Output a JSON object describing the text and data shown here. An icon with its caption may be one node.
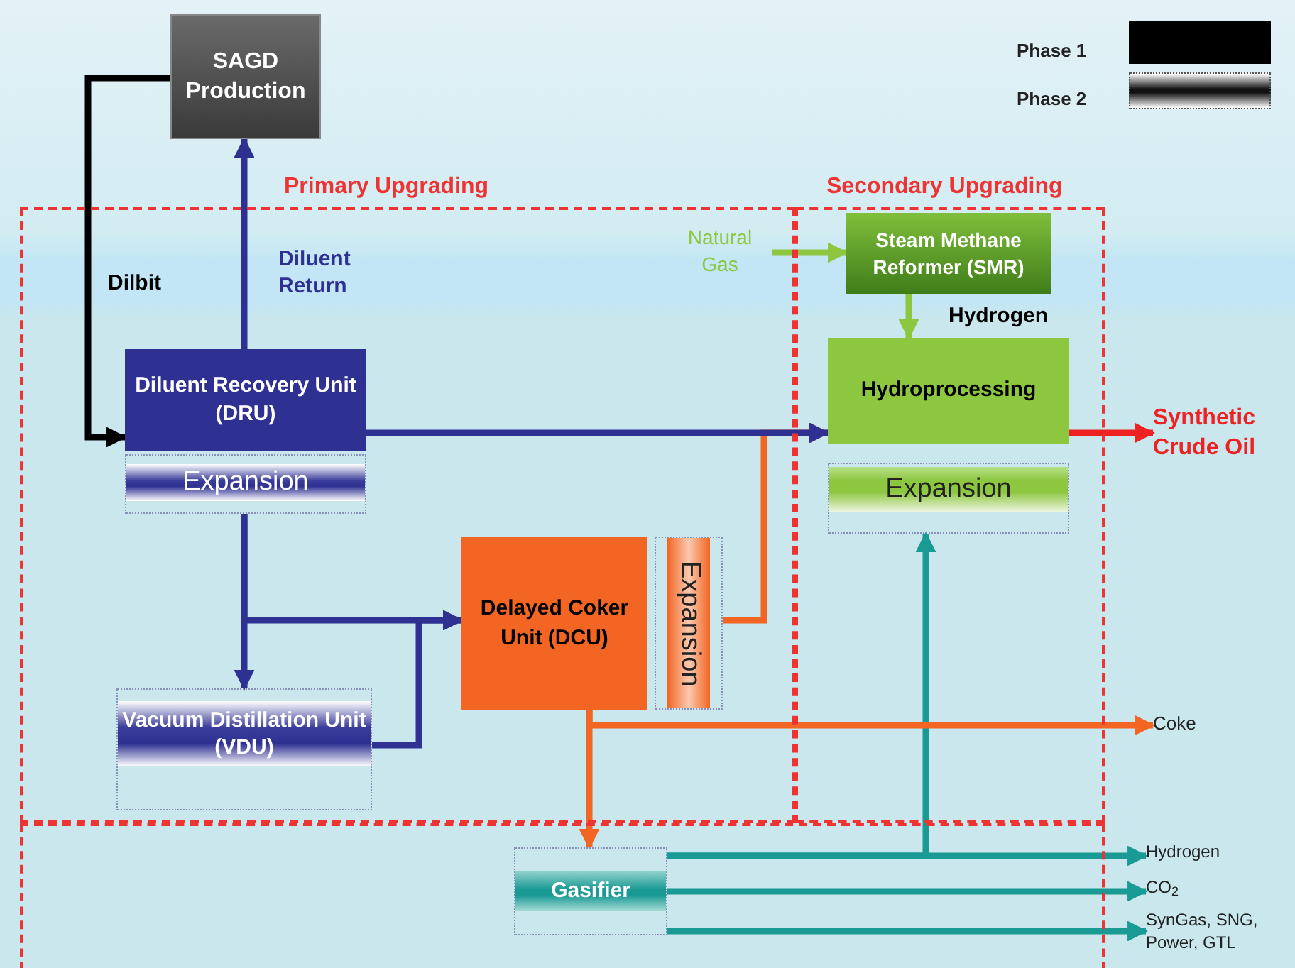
{
  "diagram": {
    "nodes": [
      {
        "text": [
          "SAGD Production"
        ]
      },
      {
        "text": [
          "Primary Upgrading"
        ]
      },
      {
        "text": [
          "Secondary Upgrading"
        ]
      },
      {
        "text": [],
        "shape": "box"
      },
      {
        "text": [
          "Diluent Recovery Unit (DRU)"
        ],
        "in": 1
      },
      {
        "text": [
          "Expansion"
        ],
        "in": 1
      },
      {
        "text": [
          "Vacuum Distillation Unit (VDU)"
        ],
        "in": 1
      },
      {
        "text": [
          "Delayed Coker Unit (DCU)"
        ],
        "in": 1
      },
      {
        "text": [
          "Expansion"
        ],
        "in": 1
      },
      {
        "text": [
          "Natural Gas"
        ],
        "in": 1
      },
      {
        "text": [
          "Steam Methane Reformer (SMR)"
        ],
        "in": 2
      },
      {
        "text": [
          "Hydroprocessing"
        ],
        "in": 2
      },
      {
        "text": [
          "Expansion"
        ],
        "in": 2
      },
      {
        "text": [
          "Synthetic Crude Oil"
        ]
      },
      {
        "text": [
          "Gasifier"
        ],
        "in": 3
      },
      {
        "text": [
          "Coke"
        ]
      },
      {
        "text": [
          "Hydrogen"
        ]
      },
      {
        "text": [
          "CO$_{2}$"
        ]
      },
      {
        "text": [
          "SynGas, SNG, Power, GTL"
        ]
      }
    ],
    "edges": [
      {
        "from": 0,
        "to": 4,
        "arrow": "to",
        "label": "Dilbit",
        "color": "#000000"
      },
      {
        "from": 4,
        "to": 0,
        "arrow": "to",
        "label": "Diluent Return"
      },
      {
        "from": 4,
        "to": 11,
        "arrow": "to"
      },
      {
        "from": 5,
        "to": 6,
        "arrow": "to"
      },
      {
        "from": 5,
        "to": 7,
        "arrow": "to"
      },
      {
        "from": 6,
        "to": 7,
        "arrow": "to"
      },
      {
        "from": 8,
        "to": 11,
        "arrow": "to",
        "color": "#f26522"
      },
      {
        "from": 7,
        "to": 15,
        "arrow": "to",
        "color": "#f26522"
      },
      {
        "from": 7,
        "to": 14,
        "arrow": "to",
        "color": "#f26522"
      },
      {
        "from": 9,
        "to": 10,
        "arrow": "to",
        "color": "#8dc63f"
      },
      {
        "from": 10,
        "to": 11,
        "arrow": "to",
        "label": "Hydrogen",
        "color": "#8dc63f"
      },
      {
        "from": 11,
        "to": 13,
        "arrow": "to",
        "color": "#ee2222"
      },
      {
        "from": 14,
        "to": 16,
        "arrow": "to",
        "color": "#1a9a94"
      },
      {
        "from": 14,
        "to": 17,
        "arrow": "to",
        "color": "#1a9a94"
      },
      {
        "from": 14,
        "to": 18,
        "arrow": "to",
        "color": "#1a9a94"
      },
      {
        "from": 14,
        "to": 12,
        "arrow": "to",
        "color": "#1a9a94"
      }
    ],
    "legend": [
      {
        "text": "Phase 1",
        "color": "#000000"
      },
      {
        "text": "Phase 2"
      }
    ]
  }
}
